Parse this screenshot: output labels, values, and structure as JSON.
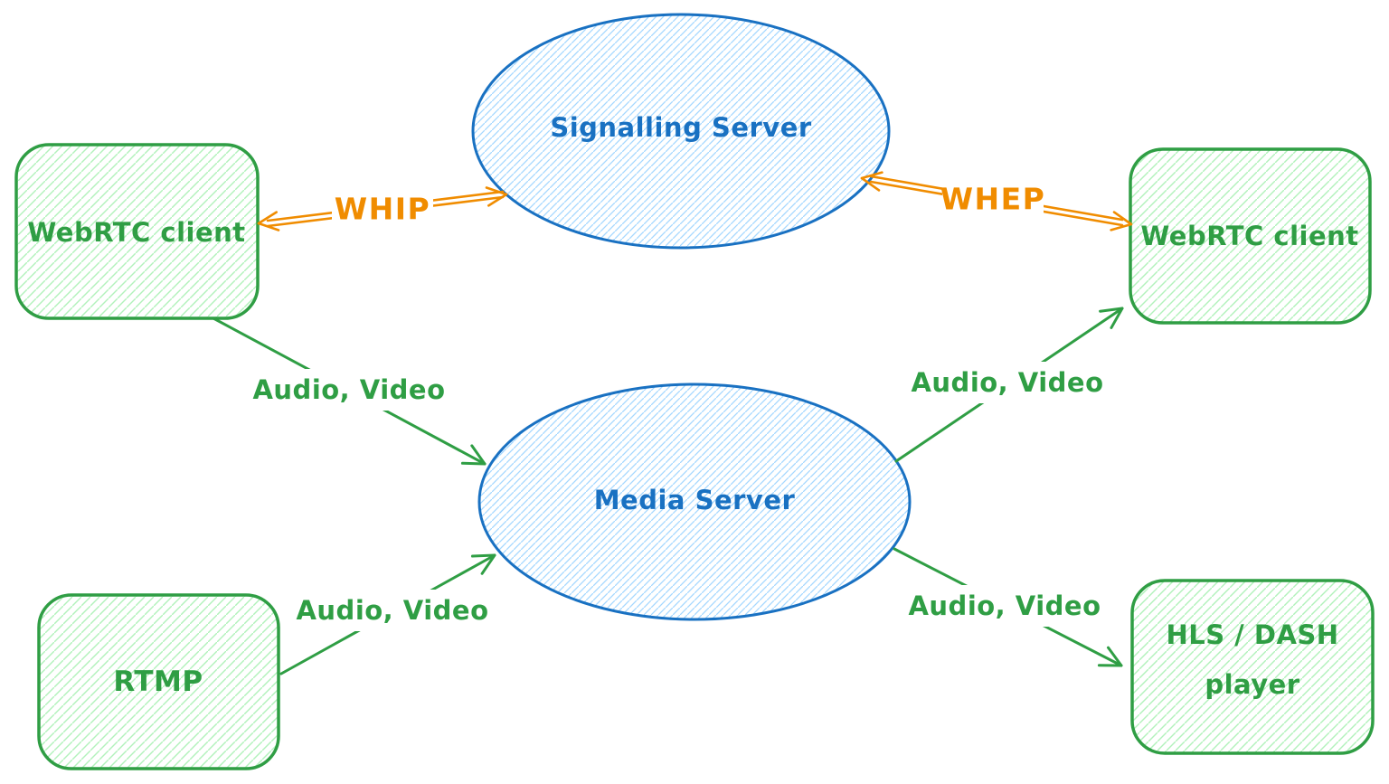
{
  "diagram": {
    "type": "flow-diagram",
    "style": "hand-drawn-sketch",
    "nodes": {
      "signalling_server": {
        "label": "Signalling Server",
        "shape": "ellipse",
        "color": "blue"
      },
      "media_server": {
        "label": "Media Server",
        "shape": "ellipse",
        "color": "blue"
      },
      "webrtc_client_left": {
        "label": "WebRTC client",
        "shape": "rounded-rect",
        "color": "green"
      },
      "webrtc_client_right": {
        "label": "WebRTC client",
        "shape": "rounded-rect",
        "color": "green"
      },
      "rtmp": {
        "label": "RTMP",
        "shape": "rounded-rect",
        "color": "green"
      },
      "hls_dash_player": {
        "lines": [
          "HLS / DASH",
          "player"
        ],
        "shape": "rounded-rect",
        "color": "green"
      }
    },
    "edges": {
      "whip": {
        "label": "WHIP",
        "from": "webrtc_client_left",
        "to": "signalling_server",
        "bidirectional": true,
        "color": "orange"
      },
      "whep": {
        "label": "WHEP",
        "from": "signalling_server",
        "to": "webrtc_client_right",
        "bidirectional": true,
        "color": "orange"
      },
      "client_to_media": {
        "label": "Audio, Video",
        "from": "webrtc_client_left",
        "to": "media_server",
        "bidirectional": false,
        "color": "green"
      },
      "media_to_client": {
        "label": "Audio, Video",
        "from": "media_server",
        "to": "webrtc_client_right",
        "bidirectional": false,
        "color": "green"
      },
      "rtmp_to_media": {
        "label": "Audio, Video",
        "from": "rtmp",
        "to": "media_server",
        "bidirectional": false,
        "color": "green"
      },
      "media_to_hls": {
        "label": "Audio, Video",
        "from": "media_server",
        "to": "hls_dash_player",
        "bidirectional": false,
        "color": "green"
      }
    },
    "colors": {
      "blue_stroke": "#1971c2",
      "blue_fill": "#a5d8ff",
      "green_stroke": "#2f9e44",
      "green_fill": "#b2f2bb",
      "orange_stroke": "#f08c00",
      "background": "#ffffff"
    }
  }
}
